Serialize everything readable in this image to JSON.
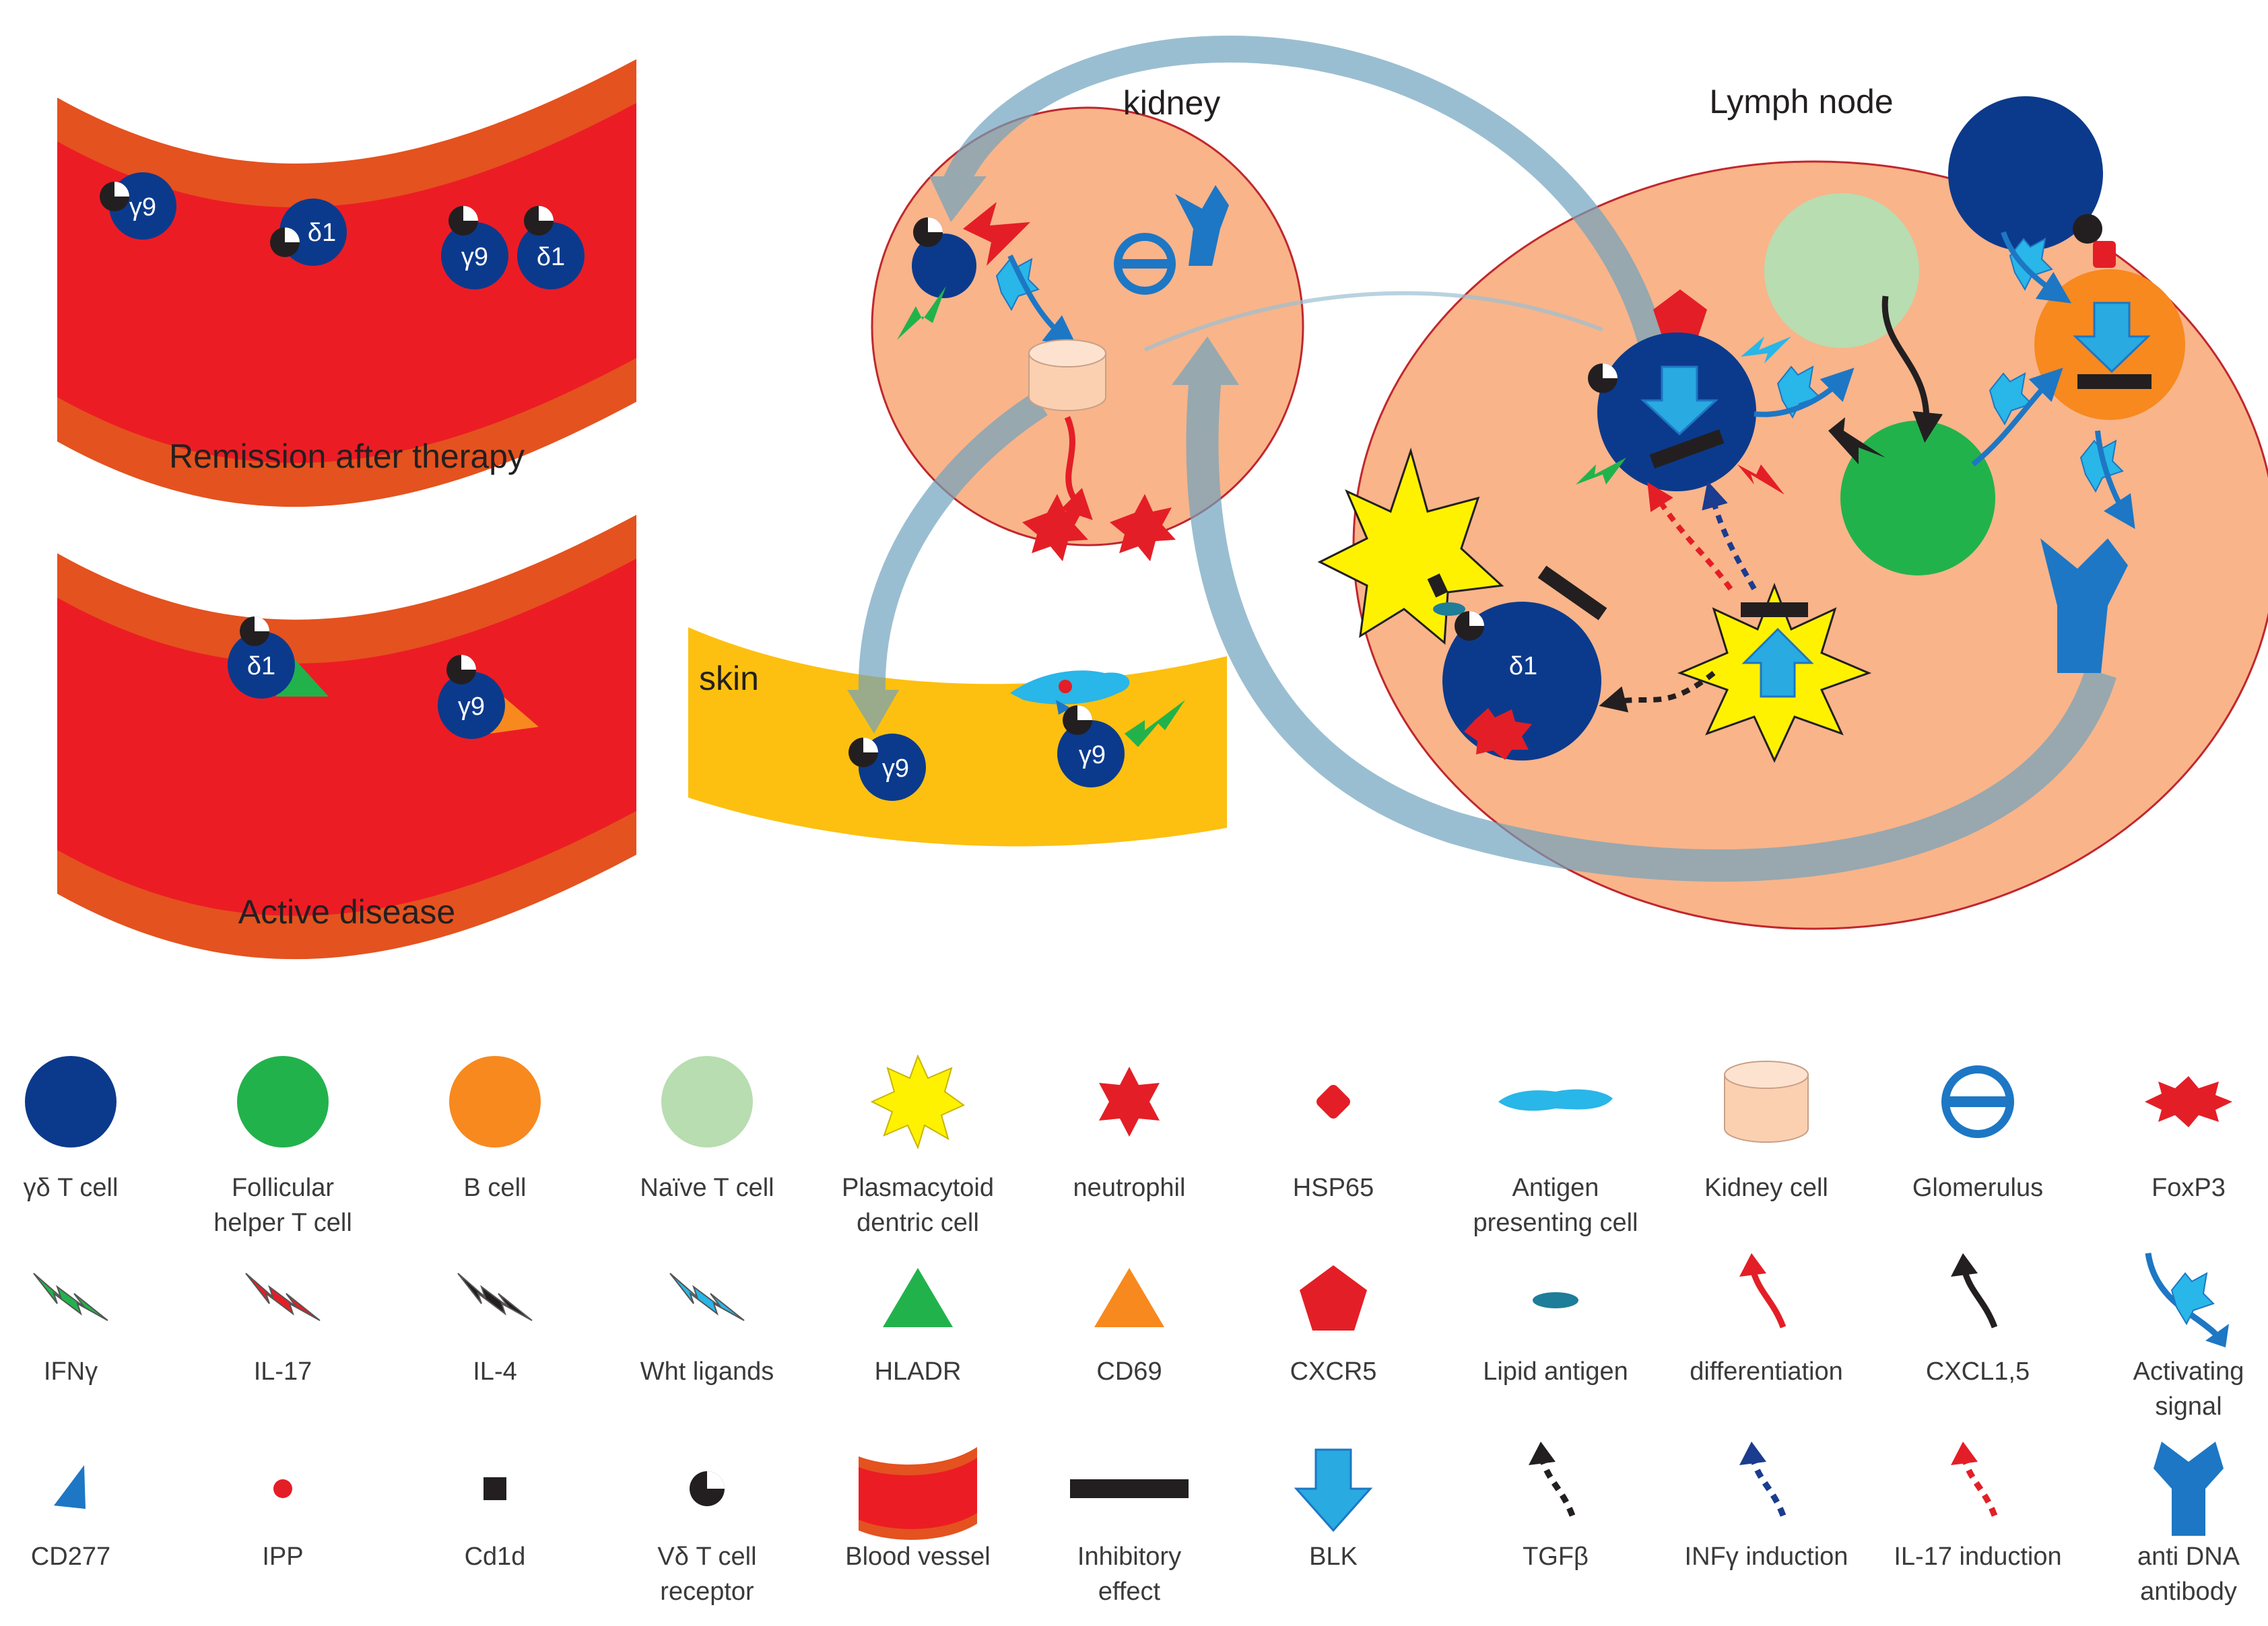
{
  "panels": {
    "remission_caption": "Remission after therapy",
    "active_caption": "Active disease",
    "kidney_label": "kidney",
    "lymph_label": "Lymph node",
    "skin_label": "skin"
  },
  "cell_labels": {
    "gamma9": "γ9",
    "delta1": "δ1"
  },
  "legend": [
    {
      "icon": "gd-t-cell-icon",
      "lines": [
        "γδ T cell"
      ]
    },
    {
      "icon": "follicular-helper-t-cell-icon",
      "lines": [
        "Follicular",
        "helper T cell"
      ]
    },
    {
      "icon": "b-cell-icon",
      "lines": [
        "B cell"
      ]
    },
    {
      "icon": "naive-t-cell-icon",
      "lines": [
        "Naïve T cell"
      ]
    },
    {
      "icon": "plasmacytoid-dendritic-cell-icon",
      "lines": [
        "Plasmacytoid",
        "dentric cell"
      ]
    },
    {
      "icon": "neutrophil-icon",
      "lines": [
        "neutrophil"
      ]
    },
    {
      "icon": "hsp65-icon",
      "lines": [
        "HSP65"
      ]
    },
    {
      "icon": "antigen-presenting-cell-icon",
      "lines": [
        "Antigen",
        "presenting cell"
      ]
    },
    {
      "icon": "kidney-cell-icon",
      "lines": [
        "Kidney cell"
      ]
    },
    {
      "icon": "glomerulus-icon",
      "lines": [
        "Glomerulus"
      ]
    },
    {
      "icon": "foxp3-icon",
      "lines": [
        "FoxP3"
      ]
    },
    {
      "icon": "ifn-gamma-icon",
      "lines": [
        "IFNγ"
      ]
    },
    {
      "icon": "il-17-icon",
      "lines": [
        "IL-17"
      ]
    },
    {
      "icon": "il-4-icon",
      "lines": [
        "IL-4"
      ]
    },
    {
      "icon": "wnt-ligands-icon",
      "lines": [
        "Wht ligands"
      ]
    },
    {
      "icon": "hladr-icon",
      "lines": [
        "HLADR"
      ]
    },
    {
      "icon": "cd69-icon",
      "lines": [
        "CD69"
      ]
    },
    {
      "icon": "cxcr5-icon",
      "lines": [
        "CXCR5"
      ]
    },
    {
      "icon": "lipid-antigen-icon",
      "lines": [
        "Lipid antigen"
      ]
    },
    {
      "icon": "differentiation-icon",
      "lines": [
        "differentiation"
      ]
    },
    {
      "icon": "cxcl15-icon",
      "lines": [
        "CXCL1,5"
      ]
    },
    {
      "icon": "activating-signal-icon",
      "lines": [
        "Activating",
        "signal"
      ]
    },
    {
      "icon": "cd277-icon",
      "lines": [
        "CD277"
      ]
    },
    {
      "icon": "ipp-icon",
      "lines": [
        "IPP"
      ]
    },
    {
      "icon": "cd1d-icon",
      "lines": [
        "Cd1d"
      ]
    },
    {
      "icon": "vd-t-cell-receptor-icon",
      "lines": [
        "Vδ T cell",
        "receptor"
      ]
    },
    {
      "icon": "blood-vessel-icon",
      "lines": [
        "Blood vessel"
      ]
    },
    {
      "icon": "inhibitory-effect-icon",
      "lines": [
        "Inhibitory",
        "effect"
      ]
    },
    {
      "icon": "blk-icon",
      "lines": [
        "BLK"
      ]
    },
    {
      "icon": "tgf-beta-icon",
      "lines": [
        "TGFβ"
      ]
    },
    {
      "icon": "infg-induction-icon",
      "lines": [
        "INFγ induction"
      ]
    },
    {
      "icon": "il17-induction-icon",
      "lines": [
        "IL-17 induction"
      ]
    },
    {
      "icon": "anti-dna-antibody-icon",
      "lines": [
        "anti DNA",
        "antibody"
      ]
    }
  ],
  "colors": {
    "gd_t_cell": "#0b3a8c",
    "follicular_helper": "#22b24c",
    "b_cell": "#f7891f",
    "naive_t_cell": "#b8ddb0",
    "pdc": "#fff200",
    "neutrophil": "#e41e26",
    "antigen_presenting": "#29b6e8",
    "kidney_cell": "#fbd0b0",
    "glomerulus": "#1d77c4",
    "organ_fill": "#f9b48a",
    "organ_stroke": "#c1272d",
    "skin": "#fdc010",
    "vessel_inner": "#ec1c24",
    "vessel_wall": "#e4521f",
    "flow_arrow": "#6fa3be",
    "signal": "#29aae1"
  }
}
